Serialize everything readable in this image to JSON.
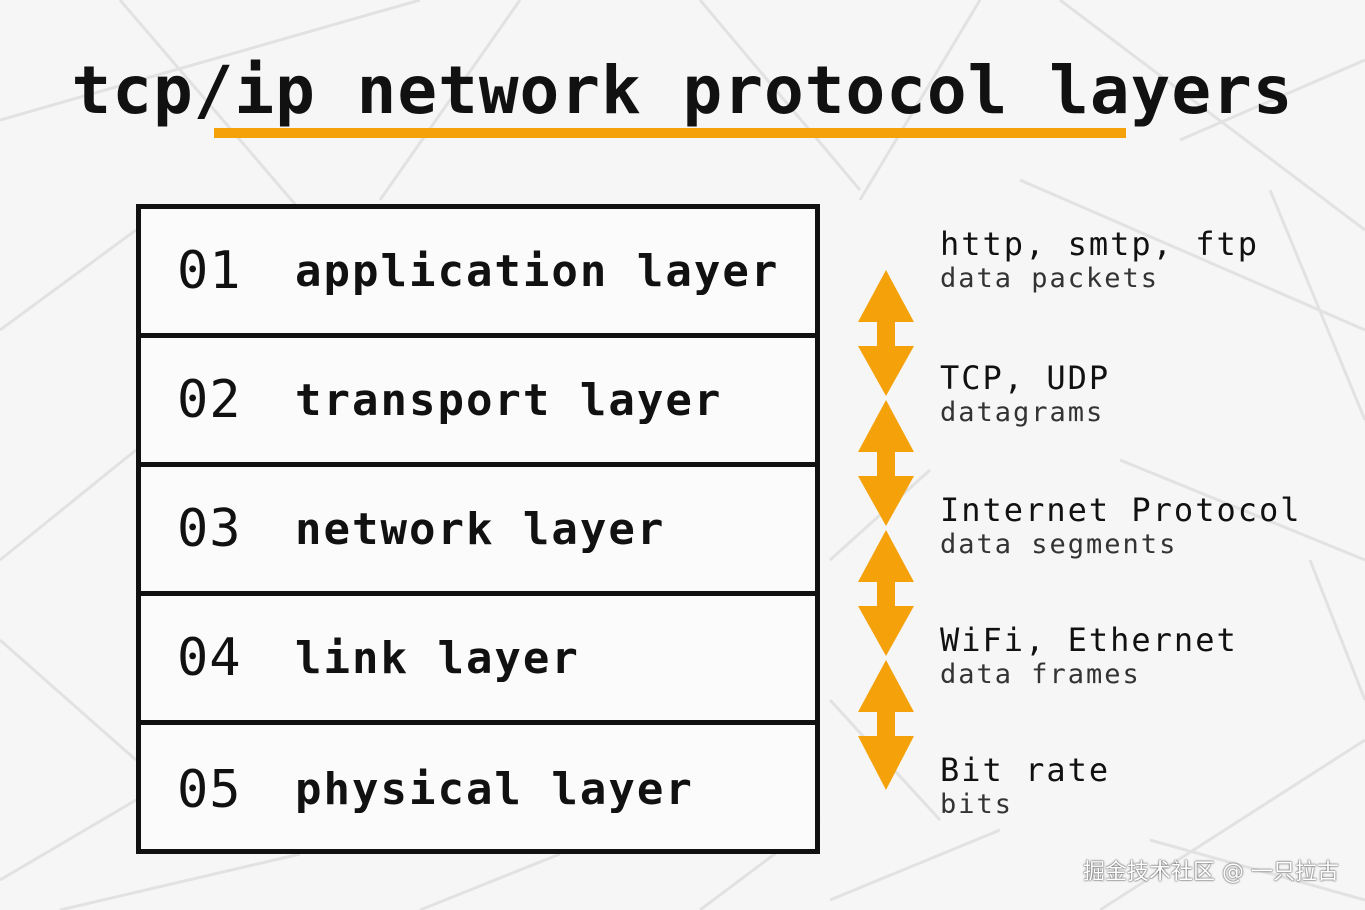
{
  "title": "tcp/ip network protocol layers",
  "colors": {
    "accent": "#f5a20a",
    "ink": "#111111",
    "background": "#f6f6f6"
  },
  "layers": [
    {
      "number": "01",
      "name": "application layer"
    },
    {
      "number": "02",
      "name": "transport layer"
    },
    {
      "number": "03",
      "name": "network layer"
    },
    {
      "number": "04",
      "name": "link layer"
    },
    {
      "number": "05",
      "name": "physical layer"
    }
  ],
  "protocols": [
    {
      "name": "http, smtp, ftp",
      "unit": "data packets"
    },
    {
      "name": "TCP, UDP",
      "unit": "datagrams"
    },
    {
      "name": "Internet Protocol",
      "unit": "data segments"
    },
    {
      "name": "WiFi, Ethernet",
      "unit": "data frames"
    },
    {
      "name": "Bit rate",
      "unit": "bits"
    }
  ],
  "watermark": "掘金技术社区 @ 一只拉古"
}
